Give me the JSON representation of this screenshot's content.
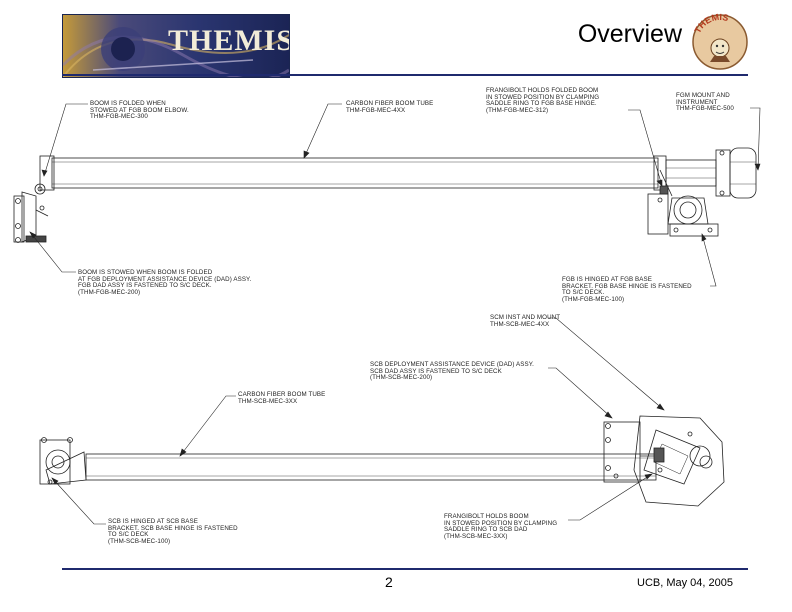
{
  "header": {
    "logo_text": "THEMIS",
    "badge_text": "THEMIS",
    "title": "Overview"
  },
  "callouts": {
    "top_elbow": "BOOM IS FOLDED WHEN\nSTOWED AT FGB BOOM ELBOW.\nTHM-FGB-MEC-300",
    "top_tube": "CARBON FIBER BOOM TUBE\nTHM-FGB-MEC-4XX",
    "top_frangibolt": "FRANGIBOLT HOLDS FOLDED BOOM\nIN STOWED POSITION BY CLAMPING\nSADDLE RING TO FGB BASE HINGE.\n(THM-FGB-MEC-312)",
    "top_mount": "FGM MOUNT AND\nINSTRUMENT\nTHM-FGB-MEC-500",
    "top_dad": "BOOM IS STOWED WHEN BOOM IS FOLDED\nAT FGB DEPLOYMENT ASSISTANCE DEVICE (DAD) ASSY.\nFGB DAD ASSY IS FASTENED TO S/C DECK.\n(THM-FGB-MEC-200)",
    "top_hinge": "FGB IS HINGED AT FGB BASE\nBRACKET. FGB BASE HINGE IS FASTENED\nTO S/C DECK.\n(THM-FGB-MEC-100)",
    "bot_mount": "SCM INST AND MOUNT\nTHM-SCB-MEC-4XX",
    "bot_dad": "SCB DEPLOYMENT ASSISTANCE DEVICE (DAD) ASSY.\nSCB DAD ASSY IS FASTENED TO S/C DECK\n(THM-SCB-MEC-200)",
    "bot_tube": "CARBON FIBER BOOM TUBE\nTHM-SCB-MEC-3XX",
    "bot_hinge": "SCB IS HINGED AT SCB BASE\nBRACKET. SCB BASE HINGE IS FASTENED\nTO S/C DECK\n(THM-SCB-MEC-100)",
    "bot_frangibolt": "FRANGIBOLT HOLDS BOOM\nIN STOWED POSITION BY CLAMPING\nSADDLE RING TO SCB DAD\n(THM-SCB-MEC-3XX)"
  },
  "footer": {
    "page_number": "2",
    "date_text": "UCB, May 04, 2005"
  }
}
